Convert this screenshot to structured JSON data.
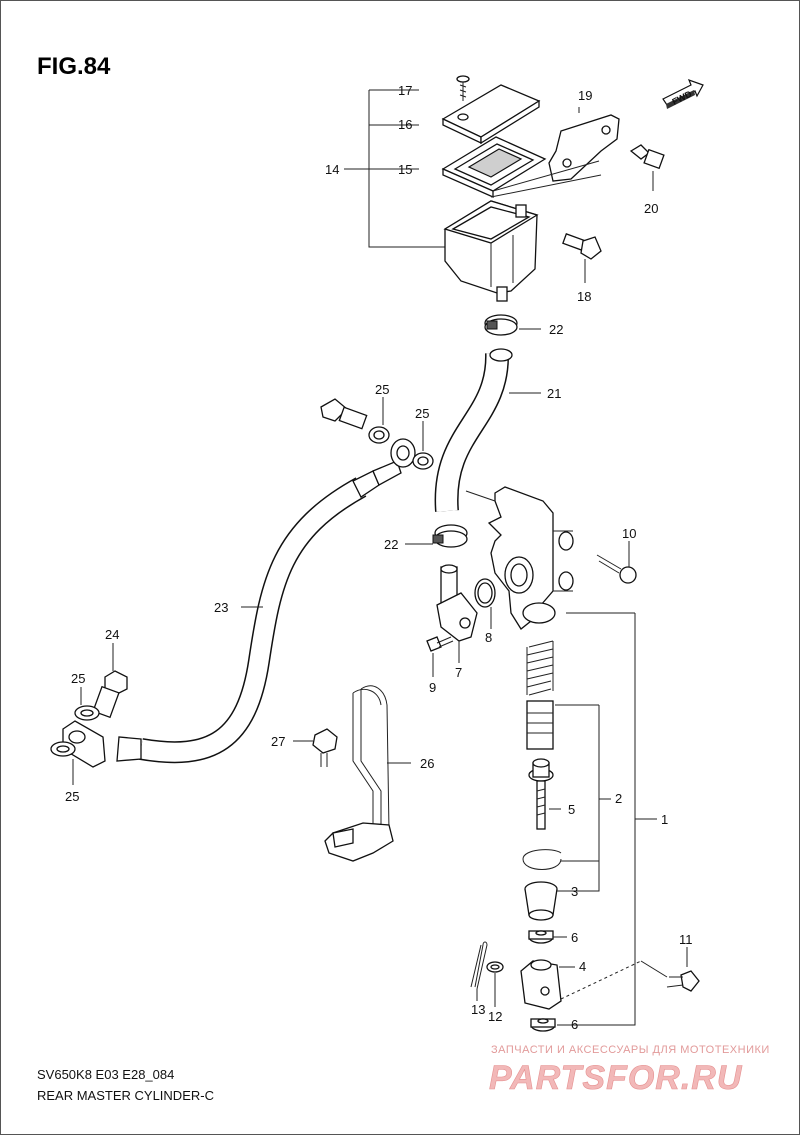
{
  "figure": {
    "title": "FIG.84",
    "model_code": "SV650K8 E03 E28_084",
    "section_name": "REAR MASTER CYLINDER-C",
    "fwd_label": "FWD"
  },
  "callouts": [
    "17",
    "16",
    "14",
    "15",
    "19",
    "20",
    "18",
    "22",
    "21",
    "25",
    "25",
    "10",
    "22",
    "8",
    "23",
    "7",
    "9",
    "24",
    "25",
    "27",
    "26",
    "2",
    "5",
    "1",
    "25",
    "3",
    "6",
    "11",
    "4",
    "13",
    "12",
    "6"
  ],
  "watermark": {
    "tagline": "ЗАПЧАСТИ И АКСЕССУАРЫ ДЛЯ МОТОТЕХНИКИ",
    "brand": "PARTSFOR.RU"
  }
}
